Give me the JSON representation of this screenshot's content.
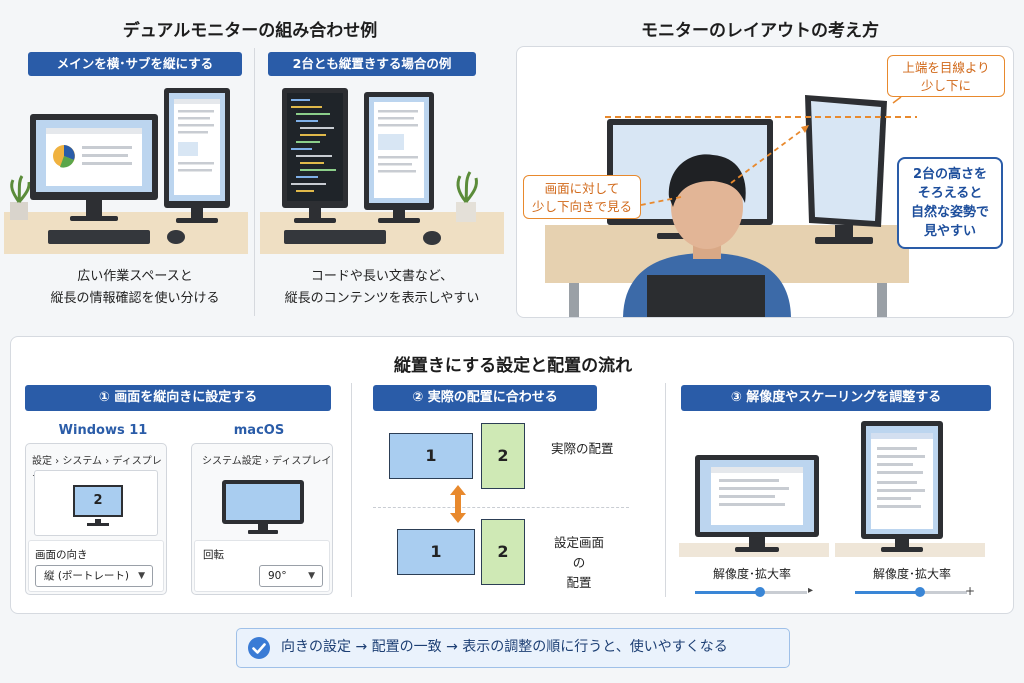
{
  "left_section": {
    "title": "デュアルモニターの組み合わせ例",
    "example1": {
      "pill": "メインを横･サブを縦にする",
      "caption_line1": "広い作業スペースと",
      "caption_line2": "縦長の情報確認を使い分ける"
    },
    "example2": {
      "pill": "2台とも縦置きする場合の例",
      "caption_line1": "コードや長い文書など、",
      "caption_line2": "縦長のコンテンツを表示しやすい"
    }
  },
  "right_section": {
    "title": "モニターのレイアウトの考え方",
    "callout_top_line1": "上端を目線より",
    "callout_top_line2": "少し下に",
    "callout_left_line1": "画面に対して",
    "callout_left_line2": "少し下向きで見る",
    "callout_right_line1": "2台の高さを",
    "callout_right_line2": "そろえると",
    "callout_right_line3": "自然な姿勢で",
    "callout_right_line4": "見やすい"
  },
  "flow_section": {
    "title": "縦置きにする設定と配置の流れ",
    "step1": {
      "pill": "① 画面を縦向きに設定する",
      "windows": {
        "label": "Windows 11",
        "breadcrumb": "設定 › システム › ディスプレイ",
        "monitor_number": "2",
        "setting_label": "画面の向き",
        "select_value": "縦 (ポートレート)"
      },
      "macos": {
        "label": "macOS",
        "breadcrumb": "システム設定 › ディスプレイ",
        "setting_label": "回転",
        "select_value": "90°"
      }
    },
    "step2": {
      "pill": "② 実際の配置に合わせる",
      "top_box1": "1",
      "top_box2": "2",
      "top_label": "実際の配置",
      "bottom_box1": "1",
      "bottom_box2": "2",
      "bottom_label_line1": "設定画面の",
      "bottom_label_line2": "配置"
    },
    "step3": {
      "pill": "③ 解像度やスケーリングを調整する",
      "slider1_label": "解像度･拡大率",
      "slider1_value": 0.58,
      "slider2_label": "解像度･拡大率",
      "slider2_value": 0.58
    }
  },
  "footer": {
    "text": "向きの設定 → 配置の一致 → 表示の調整の順に行うと、使いやすくなる"
  },
  "colors": {
    "accent_blue": "#2a5ca8",
    "callout_orange": "#e8892d",
    "screen_blue": "#a9cdf0",
    "screen_green": "#cfe9b5",
    "desk": "#e9d6b8"
  },
  "icons": [
    "check-circle-icon",
    "pie-chart-icon",
    "plant-icon",
    "keyboard-icon",
    "mouse-icon",
    "double-arrow-icon",
    "chevron-down-icon",
    "person-icon"
  ]
}
